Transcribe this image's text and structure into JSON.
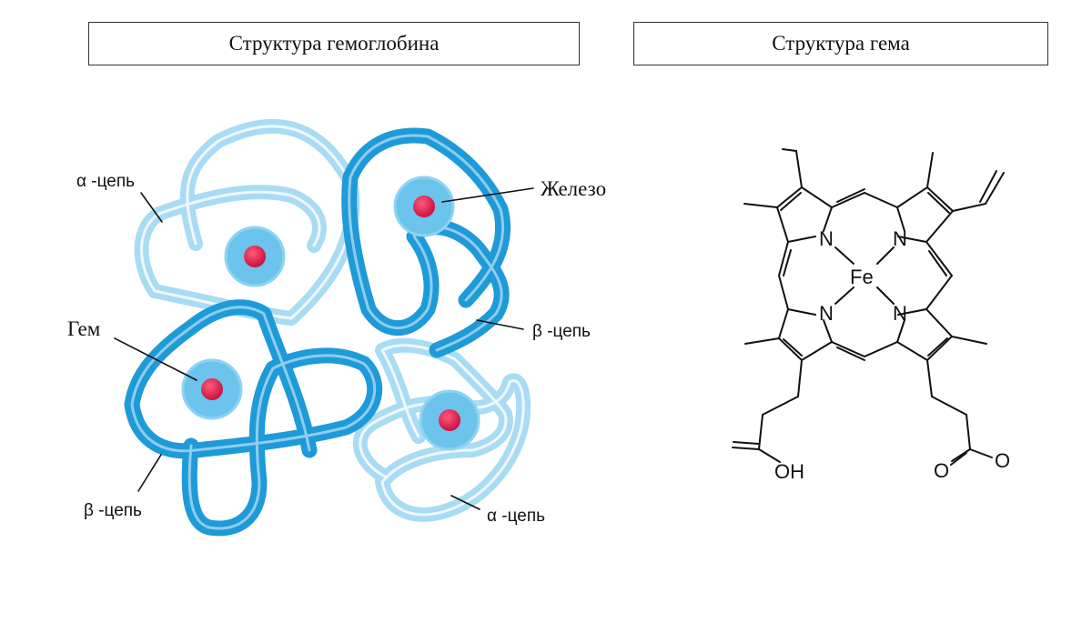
{
  "titles": {
    "hemoglobin": "Структура гемоглобина",
    "heme": "Структура гема"
  },
  "hemoglobin_labels": {
    "alpha_top": "α -цепь",
    "iron": "Железо",
    "beta_right": "β -цепь",
    "heme": "Гем",
    "beta_bottom": "β -цепь",
    "alpha_bottom": "α -цепь"
  },
  "heme_atoms": {
    "fe": "Fe",
    "n1": "N",
    "n2": "N",
    "n3": "N",
    "n4": "N",
    "oh": "OH",
    "o_left": "O",
    "o_right": "O"
  },
  "colors": {
    "dark_chain": "#1e9ad8",
    "light_chain": "#a9dcf4",
    "heme_disk": "#6cc4ec",
    "iron_dot": "#d8124a"
  }
}
